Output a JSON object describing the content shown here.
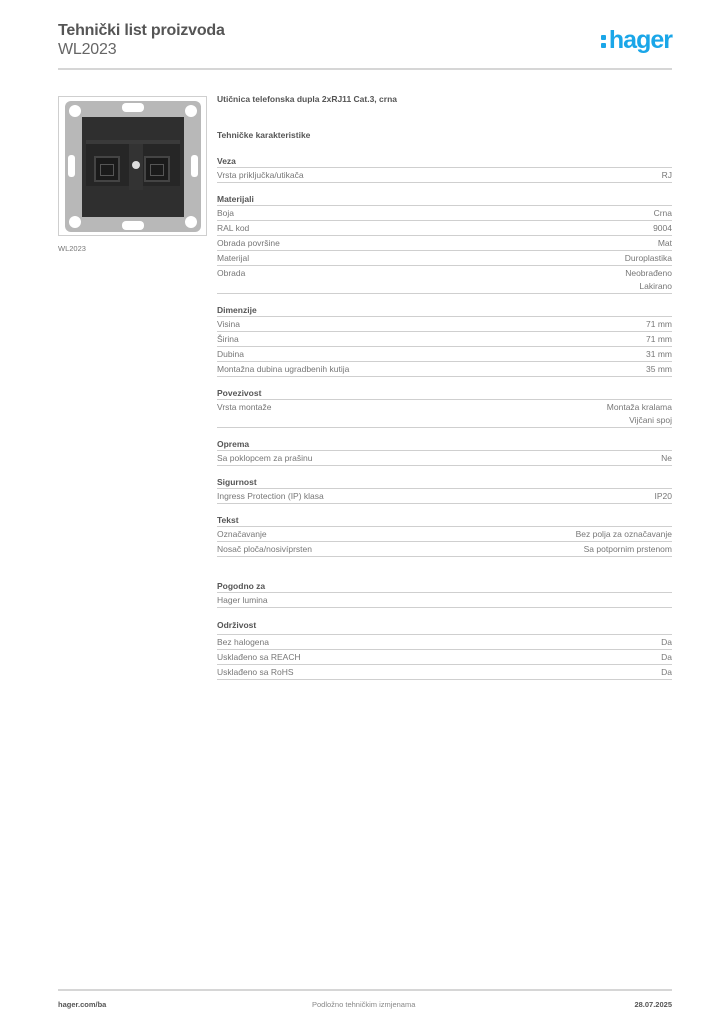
{
  "header": {
    "title": "Tehnički list proizvoda",
    "subtitle": "WL2023",
    "logo_text": "hager",
    "brand_color": "#1aa6e8"
  },
  "product": {
    "image_caption": "WL2023",
    "name": "Utičnica telefonska dupla 2xRJ11 Cat.3, crna"
  },
  "spec": {
    "title": "Tehničke karakteristike",
    "groups": [
      {
        "title": "Veza",
        "rows": [
          {
            "label": "Vrsta priključka/utikača",
            "value": "RJ"
          }
        ]
      },
      {
        "title": "Materijali",
        "rows": [
          {
            "label": "Boja",
            "value": "Crna"
          },
          {
            "label": "RAL kod",
            "value": "9004"
          },
          {
            "label": "Obrada površine",
            "value": "Mat"
          },
          {
            "label": "Materijal",
            "value": "Duroplastika"
          },
          {
            "label": "Obrada",
            "value": "Neobrađeno\nLakirano"
          }
        ]
      },
      {
        "title": "Dimenzije",
        "rows": [
          {
            "label": "Visina",
            "value": "71 mm"
          },
          {
            "label": "Širina",
            "value": "71 mm"
          },
          {
            "label": "Dubina",
            "value": "31 mm"
          },
          {
            "label": "Montažna dubina ugradbenih kutija",
            "value": "35 mm"
          }
        ]
      },
      {
        "title": "Povezivost",
        "rows": [
          {
            "label": "Vrsta montaže",
            "value": "Montaža kralama\nVijčani spoj"
          }
        ]
      },
      {
        "title": "Oprema",
        "rows": [
          {
            "label": "Sa poklopcem za prašinu",
            "value": "Ne"
          }
        ]
      },
      {
        "title": "Sigurnost",
        "rows": [
          {
            "label": "Ingress Protection (IP) klasa",
            "value": "IP20"
          }
        ]
      },
      {
        "title": "Tekst",
        "rows": [
          {
            "label": "Označavanje",
            "value": "Bez polja za označavanje"
          },
          {
            "label": "Nosač ploča/nosivíprsten",
            "value": "Sa potpornim prstenom"
          }
        ]
      },
      {
        "title": "Pogodno za",
        "rows": [
          {
            "label": "Hager lumina",
            "value": ""
          }
        ]
      },
      {
        "title": "Održivost",
        "rows": [
          {
            "label": "Bez halogena",
            "value": "Da"
          },
          {
            "label": "Usklađeno sa REACH",
            "value": "Da"
          },
          {
            "label": "Usklađeno sa RoHS",
            "value": "Da"
          }
        ]
      }
    ]
  },
  "footer": {
    "website": "hager.com/ba",
    "notice": "Podložno tehničkim izmjenama",
    "date": "28.07.2025"
  }
}
